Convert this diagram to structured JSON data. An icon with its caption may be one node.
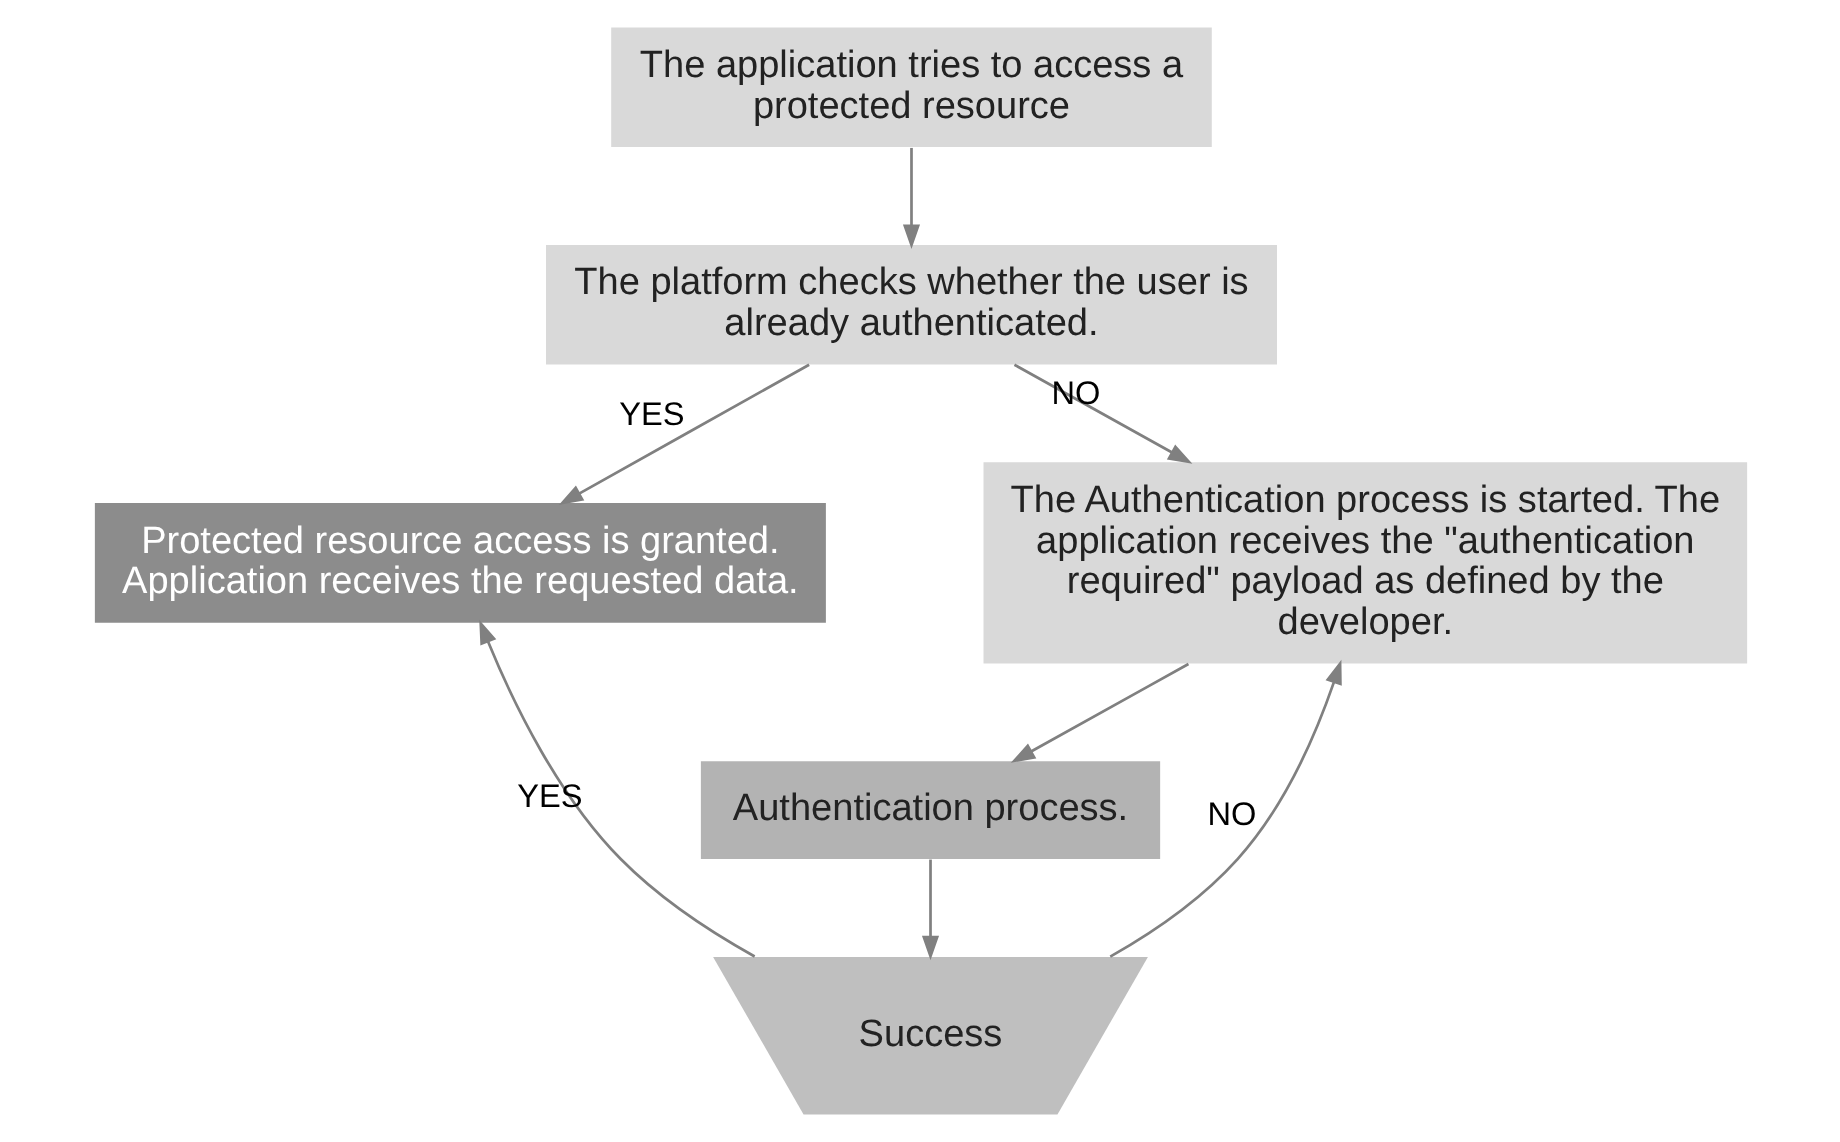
{
  "diagram": {
    "nodes": [
      {
        "text": [
          "The application tries to access a protected resource"
        ]
      },
      {
        "text": [
          "The platform checks whether the user is already authenticated."
        ]
      },
      {
        "text": [
          "Protected resource access is granted. Application receives the requested data."
        ]
      },
      {
        "text": [
          "The Authentication process is started. The application receives the \"authentication required\" payload as defined by the developer."
        ]
      },
      {
        "text": [
          "Authentication process."
        ]
      },
      {
        "text": [
          "Success"
        ]
      }
    ],
    "edges": [
      {
        "from": 0,
        "to": 1,
        "arrow": "to"
      },
      {
        "from": 1,
        "to": 2,
        "arrow": "to",
        "label": "YES"
      },
      {
        "from": 1,
        "to": 3,
        "arrow": "to",
        "label": "NO"
      },
      {
        "from": 3,
        "to": 4,
        "arrow": "to"
      },
      {
        "from": 4,
        "to": 5,
        "arrow": "to"
      },
      {
        "from": 5,
        "to": 2,
        "arrow": "to",
        "label": "YES"
      },
      {
        "from": 5,
        "to": 3,
        "arrow": "to",
        "label": "NO"
      }
    ]
  }
}
